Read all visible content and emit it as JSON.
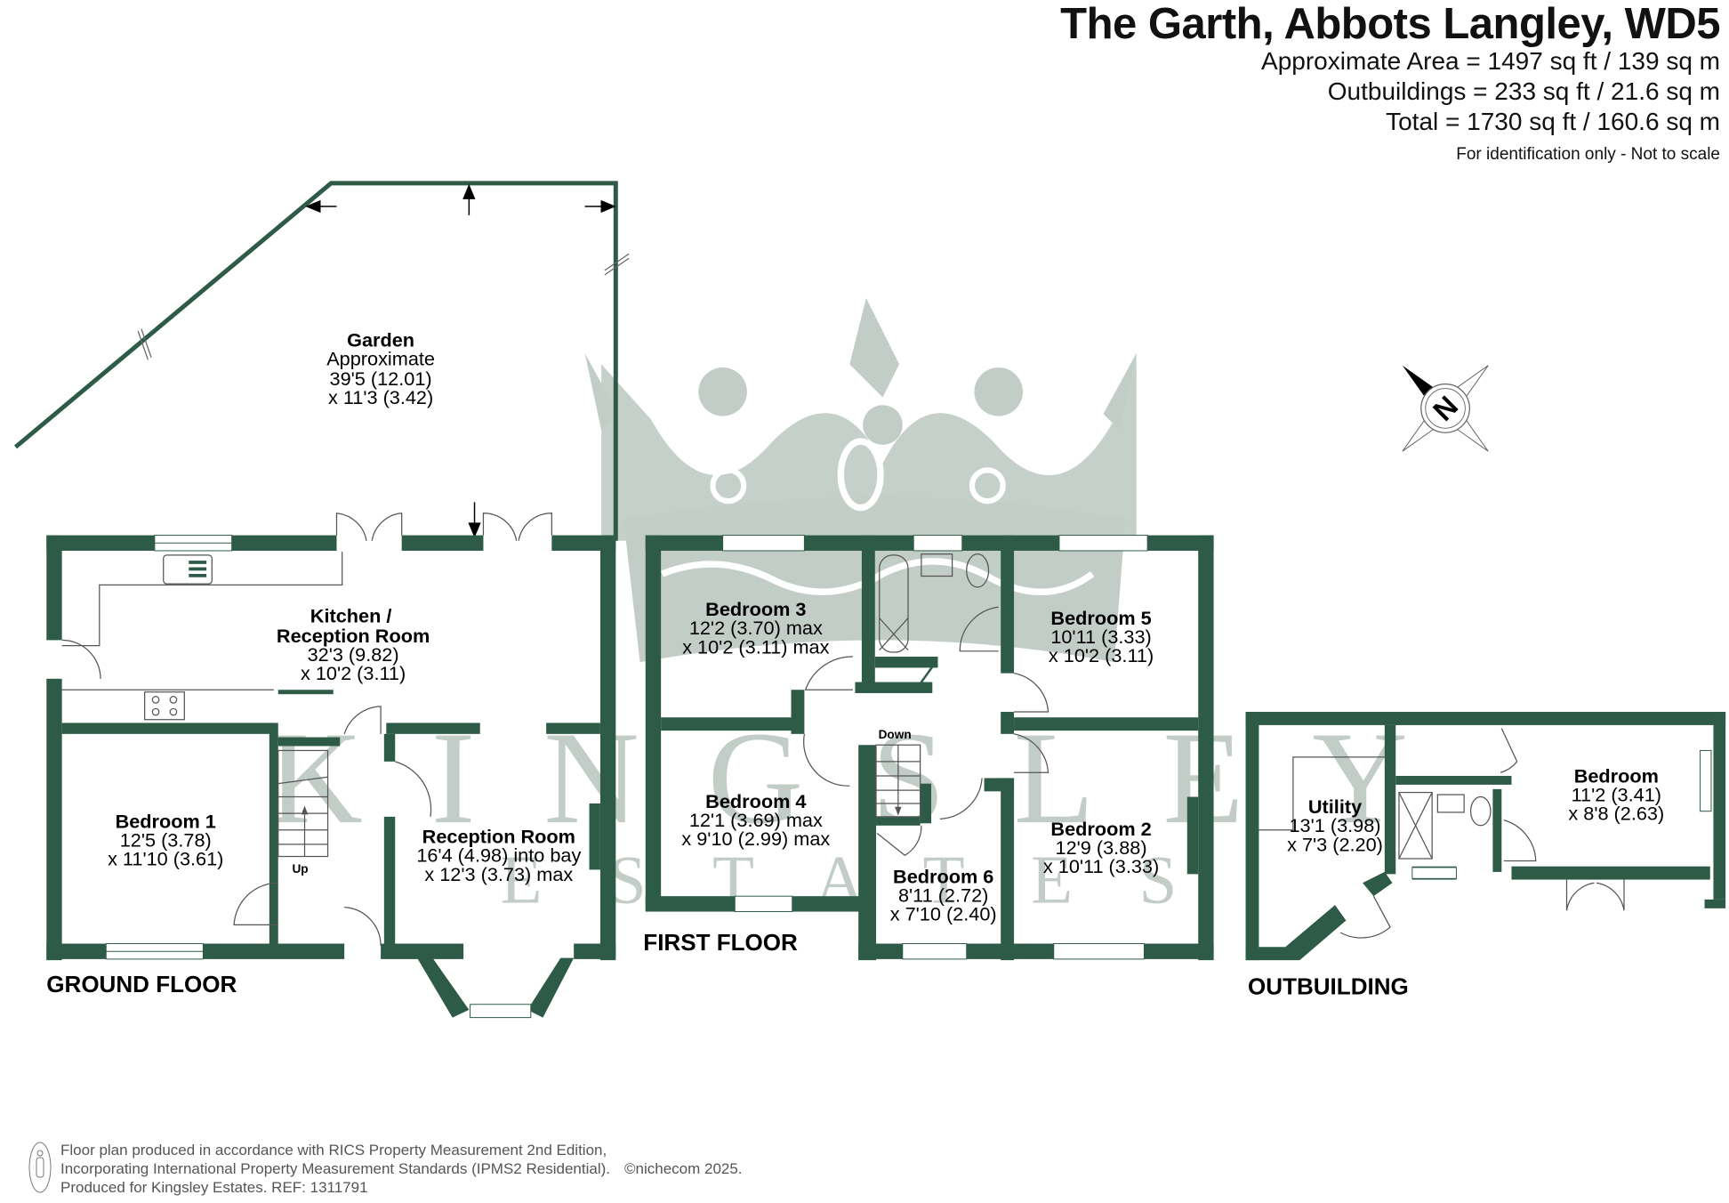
{
  "header": {
    "title": "The Garth, Abbots Langley, WD5",
    "approximate_area": "Approximate Area = 1497 sq ft / 139 sq m",
    "outbuildings_area": "Outbuildings = 233 sq ft / 21.6 sq m",
    "total_area": "Total = 1730 sq ft / 160.6 sq m",
    "disclaimer": "For identification only - Not to scale"
  },
  "compass": {
    "label": "N",
    "icon": "north-arrow-compass-icon"
  },
  "watermark": {
    "brand": "KINGSLEY",
    "subbrand": "ESTATES",
    "icon": "crown-logo-icon",
    "color": "#c3cdc7"
  },
  "colors": {
    "walls": "#2e5b48",
    "watermark": "#c3cdc7",
    "text": "#111111"
  },
  "floors": {
    "ground": {
      "label": "GROUND FLOOR",
      "stairs_label": "Up",
      "rooms": {
        "garden": {
          "name": "Garden",
          "line1": "Approximate",
          "line2": "39'5 (12.01)",
          "line3": "x 11'3 (3.42)"
        },
        "kitchen": {
          "name_line1": "Kitchen /",
          "name_line2": "Reception Room",
          "line1": "32'3 (9.82)",
          "line2": "x 10'2 (3.11)"
        },
        "bedroom1": {
          "name": "Bedroom 1",
          "line1": "12'5 (3.78)",
          "line2": "x 11'10 (3.61)"
        },
        "reception": {
          "name": "Reception Room",
          "line1": "16'4 (4.98) into bay",
          "line2": "x 12'3 (3.73) max"
        }
      }
    },
    "first": {
      "label": "FIRST FLOOR",
      "stairs_label": "Down",
      "rooms": {
        "bedroom3": {
          "name": "Bedroom 3",
          "line1": "12'2 (3.70) max",
          "line2": "x 10'2 (3.11) max"
        },
        "bedroom5": {
          "name": "Bedroom 5",
          "line1": "10'11 (3.33)",
          "line2": "x 10'2 (3.11)"
        },
        "bedroom4": {
          "name": "Bedroom 4",
          "line1": "12'1 (3.69) max",
          "line2": "x 9'10 (2.99) max"
        },
        "bedroom6": {
          "name": "Bedroom 6",
          "line1": "8'11 (2.72)",
          "line2": "x 7'10 (2.40)"
        },
        "bedroom2": {
          "name": "Bedroom 2",
          "line1": "12'9 (3.88)",
          "line2": "x 10'11 (3.33)"
        }
      }
    },
    "outbuilding": {
      "label": "OUTBUILDING",
      "rooms": {
        "utility": {
          "name": "Utility",
          "line1": "13'1 (3.98)",
          "line2": "x 7'3 (2.20)"
        },
        "bedroom": {
          "name": "Bedroom",
          "line1": "11'2 (3.41)",
          "line2": "x 8'8 (2.63)"
        }
      }
    }
  },
  "footer": {
    "line1": "Floor plan produced in accordance with RICS Property Measurement 2nd Edition,",
    "line2": "Incorporating International Property Measurement Standards (IPMS2 Residential).",
    "copyright": "©nichecom 2025.",
    "line3": "Produced for Kingsley Estates.   REF:  1311791",
    "icon": "ipms-person-icon"
  }
}
